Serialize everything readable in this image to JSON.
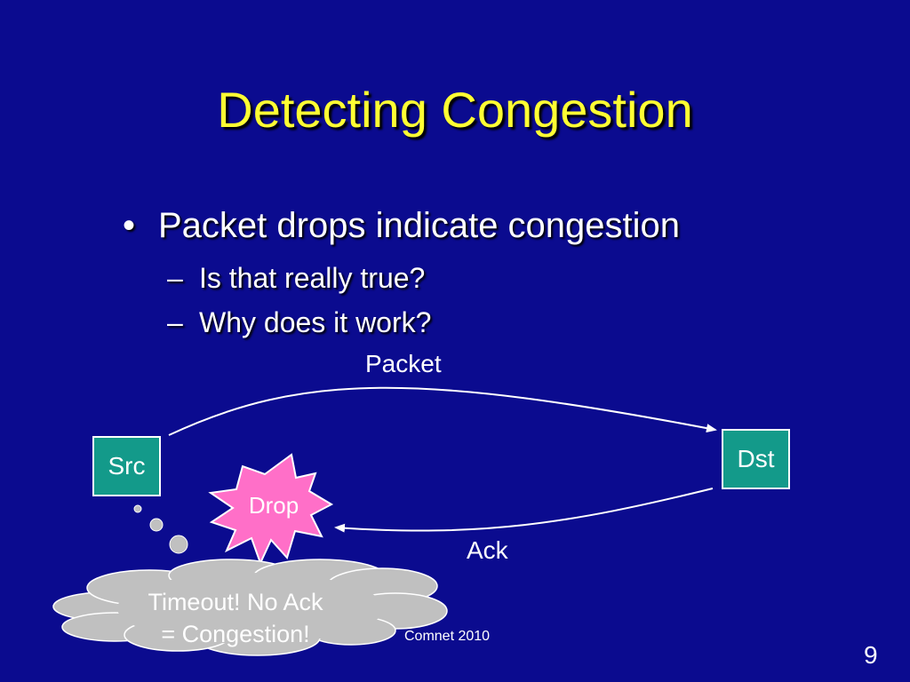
{
  "slide": {
    "title": "Detecting Congestion",
    "bullet": {
      "marker": "•",
      "text": "Packet drops indicate congestion"
    },
    "sub_bullets": [
      {
        "marker": "–",
        "text": "Is that really true?"
      },
      {
        "marker": "–",
        "text": "Why does it work?"
      }
    ]
  },
  "diagram": {
    "src_label": "Src",
    "dst_label": "Dst",
    "packet_label": "Packet",
    "ack_label": "Ack",
    "drop_label": "Drop",
    "thought_line1": "Timeout! No Ack",
    "thought_line2": "= Congestion!"
  },
  "footer": {
    "text": "Comnet 2010",
    "page_number": "9"
  },
  "colors": {
    "background": "#0b0b8f",
    "title": "#ffff33",
    "node_fill": "#139a8a",
    "burst_fill": "#ff6fc8",
    "cloud_fill": "#c0c0c0"
  }
}
